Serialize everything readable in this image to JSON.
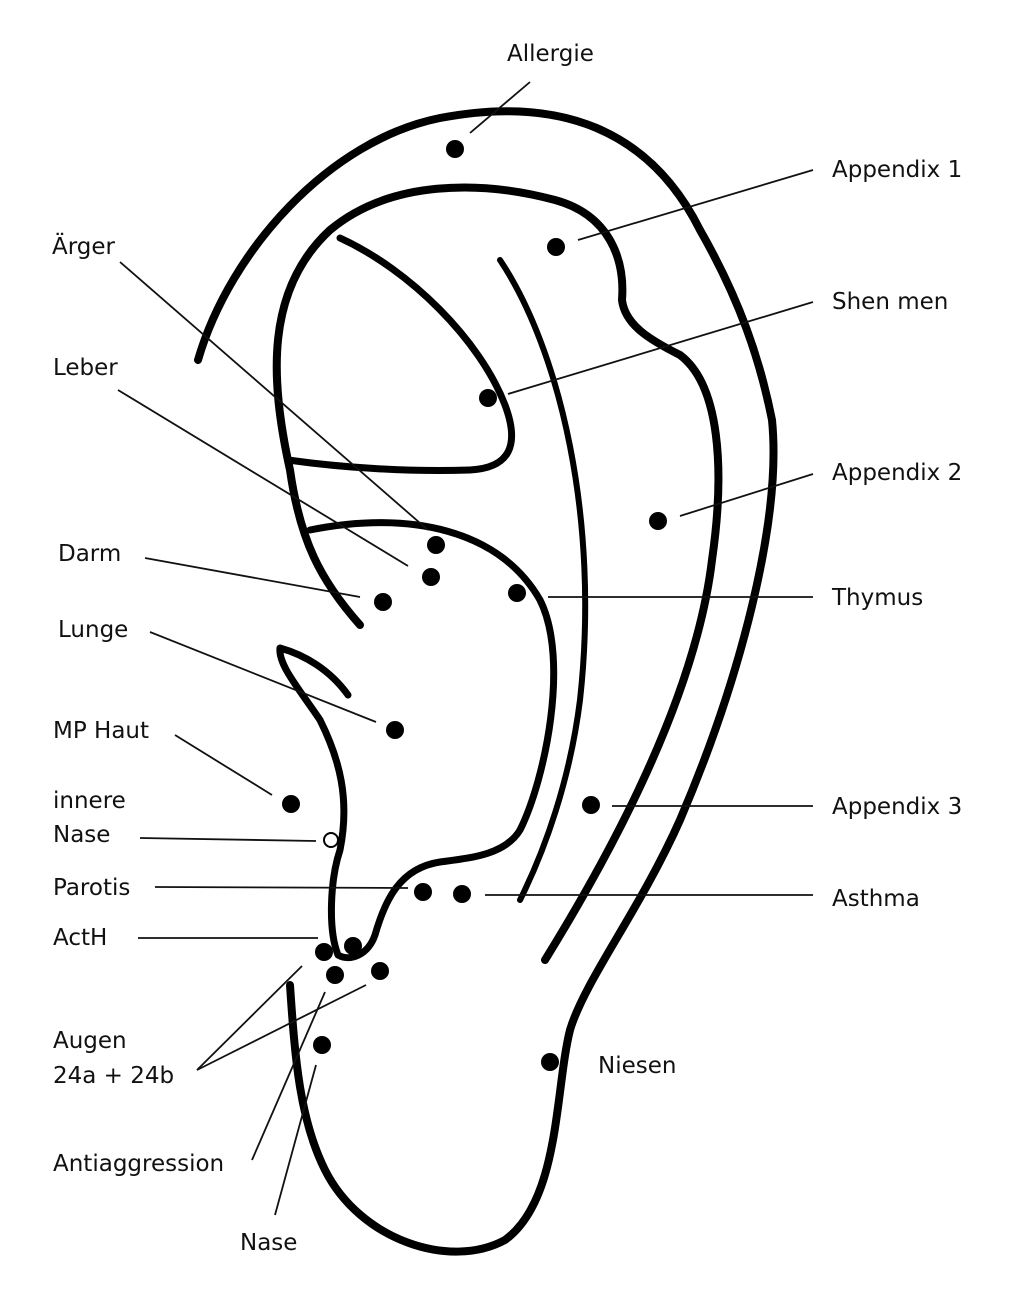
{
  "labels": {
    "allergie": "Allergie",
    "appendix1": "Appendix 1",
    "aerger": "Ärger",
    "shen_men": "Shen men",
    "leber": "Leber",
    "appendix2": "Appendix 2",
    "darm": "Darm",
    "thymus": "Thymus",
    "lunge": "Lunge",
    "mp_haut": "MP Haut",
    "innere_nase_1": "innere",
    "innere_nase_2": "Nase",
    "appendix3": "Appendix 3",
    "parotis": "Parotis",
    "asthma": "Asthma",
    "acth": "ActH",
    "augen_1": "Augen",
    "augen_2": "24a + 24b",
    "niesen": "Niesen",
    "antiaggression": "Antiaggression",
    "nase": "Nase"
  },
  "colors": {
    "line": "#000000",
    "text": "#111111",
    "background": "#ffffff"
  }
}
